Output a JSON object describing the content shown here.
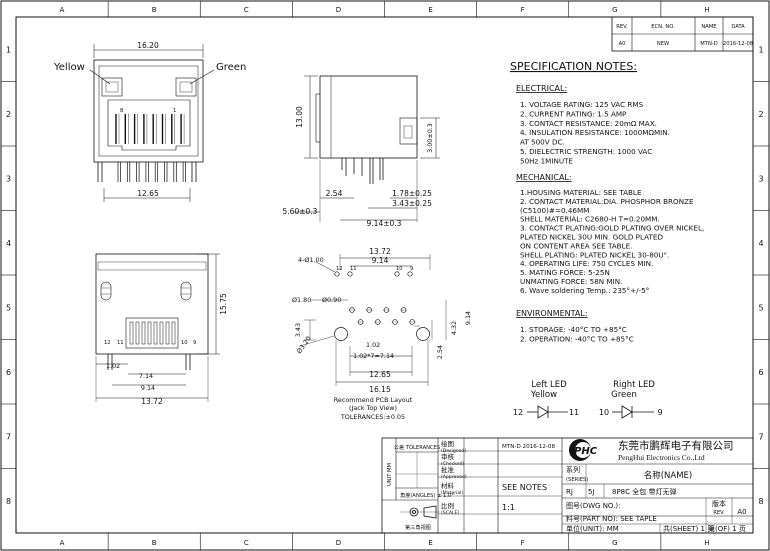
{
  "frame": {
    "columns": [
      "A",
      "B",
      "C",
      "D",
      "E",
      "F",
      "G",
      "H"
    ],
    "rows": [
      "1",
      "2",
      "3",
      "4",
      "5",
      "6",
      "7",
      "8"
    ]
  },
  "revision": {
    "headers": [
      "REV.",
      "ECN. NO.",
      "NAME",
      "DATA"
    ],
    "row": [
      "A0",
      "NEW",
      "MTN-D",
      "2016-12-08"
    ]
  },
  "views": {
    "front": {
      "label_yellow": "Yellow",
      "label_green": "Green",
      "dim_top": "16.20",
      "dim_bottom": "12.65",
      "pin_left": "8",
      "pin_right": "1"
    },
    "side": {
      "dim_height": "13.00",
      "dim_tab": "3.00±0.3",
      "dim_254": "2.54",
      "dim_178": "1.78±0.25",
      "dim_343": "3.43±0.25",
      "dim_560": "5.60±0.3",
      "dim_914": "9.14±0.3"
    },
    "rear": {
      "dim_1575": "15.75",
      "dim_102": "1.02",
      "dim_714": "7.14",
      "dim_914": "9.14",
      "dim_1372": "13.72",
      "pins": [
        "12",
        "11",
        "10",
        "9"
      ]
    },
    "pcb": {
      "dim_1372": "13.72",
      "dim_914": "9.14",
      "dim_holes": "4-Ø1.00",
      "dim_d180": "Ø1.80",
      "dim_d090": "Ø0.90",
      "dim_d320": "Ø3.20",
      "dim_343": "3.43",
      "dim_254": "2.54",
      "dim_432": "4.32",
      "dim_914v": "9.14",
      "dim_102x7": "1.02*7=7.14",
      "dim_102": "1.02",
      "dim_1265": "12.65",
      "dim_1615": "16.15",
      "pin_labels": [
        "12",
        "11",
        "10",
        "9"
      ],
      "caption_1": "Recommend PCB Layout",
      "caption_2": "(Jack Top View)",
      "caption_3": "TOLERANCES:±0.05"
    }
  },
  "spec": {
    "title": "SPECIFICATION NOTES:",
    "electrical_head": "ELECTRICAL:",
    "electrical": [
      "1. VOLTAGE RATING: 125 VAC RMS",
      "2. CURRENT RATING: 1.5 AMP",
      "3. CONTACT RESISTANCE: 20mΩ MAX.",
      "4. INSULATION RESISTANCE: 1000MΩMIN.",
      "    AT 500V DC.",
      "5. DIELECTRIC STRENGTH: 1000 VAC",
      "    50Hz 1MINUTE"
    ],
    "mechanical_head": "MECHANICAL:",
    "mechanical": [
      "1.HOUSING MATERIAL: SEE TABLE",
      "2. CONTACT MATERIAL:DIA. PHOSPHOR BRONZE",
      "   (C5100)#=0.46MM",
      "   SHELL MATERIAL: C2680-H T=0.20MM.",
      "3. CONTACT PLATING:GOLD PLATING OVER NICKEL,",
      "    PLATED NICKEL 30U MIN. GOLD PLATED",
      "    ON CONTENT AREA SEE TABLE.",
      "   SHELL PLATING: PLATED NICKEL 30-80U\".",
      "4. OPERATING LIFE: 750 CYCLES MIN.",
      "5. MATING FORCE: 5-25N",
      "    UNMATING FORCE: 58N MIN.",
      "6. Wave soldering Temp.: 235°+/-5°"
    ],
    "environmental_head": "ENVIRONMENTAL:",
    "environmental": [
      "1. STORAGE: -40°C TO +85°C",
      "2. OPERATION: -40°C TO +85°C"
    ]
  },
  "leds": {
    "left_title": "Left LED",
    "left_color": "Yellow",
    "left_pin_a": "12",
    "left_pin_b": "11",
    "right_title": "Right LED",
    "right_color": "Green",
    "right_pin_a": "10",
    "right_pin_b": "9"
  },
  "titleblock": {
    "unit_mm": "UNIT MM",
    "tolerances": "公差 TOLERANCES",
    "angles": "角度(ANGLES) ± 1.0°",
    "projection": "第三角视图",
    "rows": [
      {
        "cn": "绘图",
        "en": "(Designed)",
        "val": "MTN-D  2016-12-08"
      },
      {
        "cn": "审核",
        "en": "(Checked)",
        "val": ""
      },
      {
        "cn": "批准",
        "en": "(Approved)",
        "val": ""
      },
      {
        "cn": "材料",
        "en": "(Material)",
        "val": "SEE NOTES"
      },
      {
        "cn": "比例",
        "en": "(SCALE)",
        "val": "1:1"
      }
    ],
    "logo": "PHC",
    "company_cn": "东莞市鹏辉电子有限公司",
    "company_en": "PengHui Electronics Co.,Ltd",
    "series_label": "系列",
    "series_en": "(SERIES)",
    "series_val": "RJ",
    "name_label": "名称(NAME)",
    "name_val": "8P8C 全包 带灯无弹",
    "prefix": "5J",
    "dwg_no": "图号(DWG NO.):",
    "part_no": "料号(PART NO): SEE TAPLE",
    "version_label": "版本",
    "rev_label": "REV.",
    "rev_val": "A0",
    "unit": "单位(UNIT): MM",
    "sheet": "共(SHEET) 1 页",
    "of": "第(OF) 1 页"
  }
}
